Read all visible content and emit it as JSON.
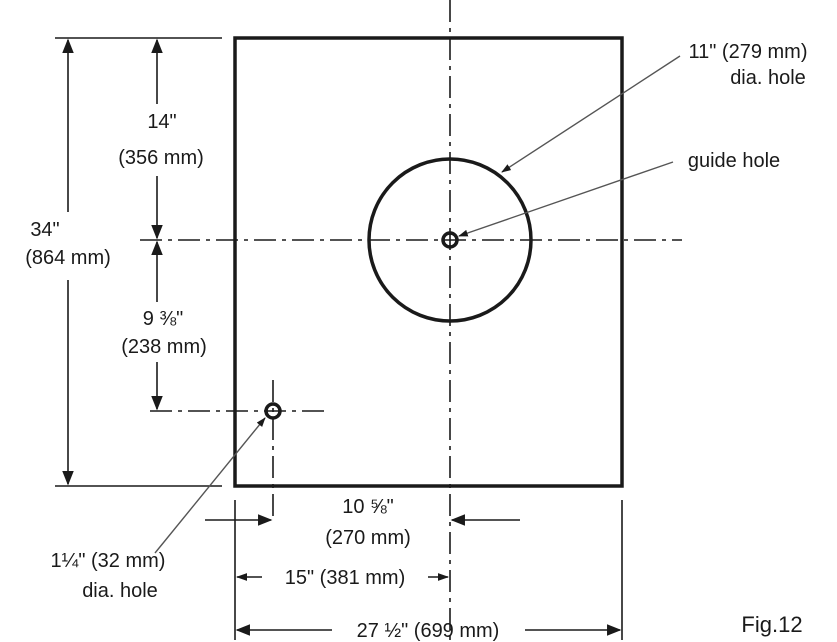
{
  "dims": {
    "top_height": {
      "imperial": "14\"",
      "metric": "(356 mm)"
    },
    "total_height": {
      "imperial": "34\"",
      "metric": "(864 mm)"
    },
    "lower_height": {
      "imperial": "9 ⅜\"",
      "metric": "(238 mm)"
    },
    "hole_spacing": {
      "imperial": "10 ⅝\"",
      "metric": "(270 mm)"
    },
    "center_offset": "15\" (381 mm)",
    "total_width": "27 ½\" (699 mm)"
  },
  "callouts": {
    "large_hole": {
      "line1": "11\" (279 mm)",
      "line2": "dia. hole"
    },
    "guide_hole": "guide hole",
    "small_hole": {
      "line1": "1¼\" (32 mm)",
      "line2": "dia. hole"
    }
  },
  "figure_label": "Fig.12"
}
